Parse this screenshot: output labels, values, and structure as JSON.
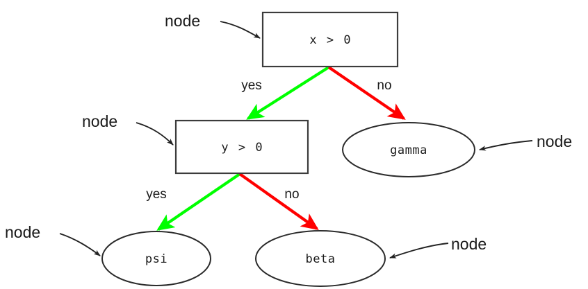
{
  "diagram": {
    "type": "decision-tree",
    "colors": {
      "yes_branch": "#00ff00",
      "no_branch": "#ff0000",
      "node_stroke": "#3c3c3c",
      "leaf_stroke": "#2b2b2b",
      "text": "#1a1a1a",
      "background": "#ffffff"
    },
    "nodes": {
      "root": {
        "label": "x > 0",
        "shape": "rectangle"
      },
      "inner": {
        "label": "y > 0",
        "shape": "rectangle"
      },
      "gamma": {
        "label": "gamma",
        "shape": "ellipse"
      },
      "psi": {
        "label": "psi",
        "shape": "ellipse"
      },
      "beta": {
        "label": "beta",
        "shape": "ellipse"
      }
    },
    "edges": [
      {
        "from": "root",
        "to": "inner",
        "label": "yes",
        "color": "#00ff00"
      },
      {
        "from": "root",
        "to": "gamma",
        "label": "no",
        "color": "#ff0000"
      },
      {
        "from": "inner",
        "to": "psi",
        "label": "yes",
        "color": "#00ff00"
      },
      {
        "from": "inner",
        "to": "beta",
        "label": "no",
        "color": "#ff0000"
      }
    ],
    "callouts": [
      {
        "id": "callout-root",
        "label": "node",
        "target": "root"
      },
      {
        "id": "callout-inner",
        "label": "node",
        "target": "inner"
      },
      {
        "id": "callout-gamma",
        "label": "node",
        "target": "gamma"
      },
      {
        "id": "callout-psi",
        "label": "node",
        "target": "psi"
      },
      {
        "id": "callout-beta",
        "label": "node",
        "target": "beta"
      }
    ]
  }
}
